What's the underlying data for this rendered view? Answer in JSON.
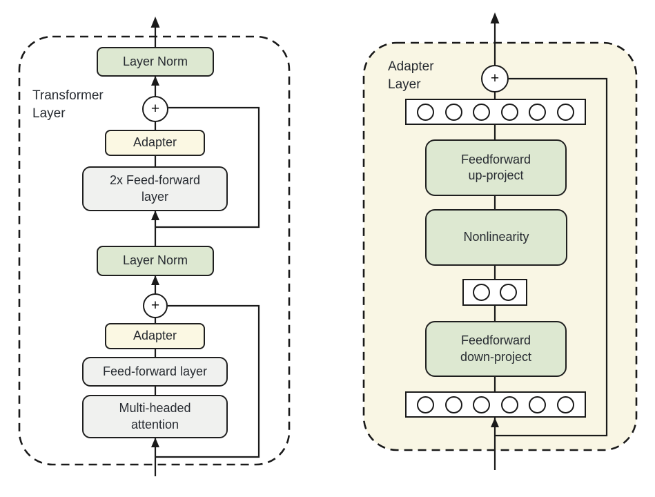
{
  "left_panel": {
    "label": "Transformer\nLayer",
    "nodes": {
      "layer_norm_top": "Layer Norm",
      "add_top": "+",
      "adapter_top": "Adapter",
      "feed_forward_2x": "2x Feed-forward\nlayer",
      "layer_norm_bottom": "Layer Norm",
      "add_bottom": "+",
      "adapter_bottom": "Adapter",
      "feed_forward": "Feed-forward layer",
      "multi_headed_attention": "Multi-headed\nattention"
    }
  },
  "right_panel": {
    "label": "Adapter\nLayer",
    "nodes": {
      "add": "+",
      "feedforward_up_project": "Feedforward\nup-project",
      "nonlinearity": "Nonlinearity",
      "feedforward_down_project": "Feedforward\ndown-project"
    },
    "feature_rows": {
      "top_units": 6,
      "bottleneck_units": 2,
      "bottom_units": 6
    }
  },
  "colors": {
    "box_green": "#dde8d1",
    "box_yellow": "#fbf8e3",
    "box_gray": "#f0f1ef",
    "panel_cream": "#f9f6e4",
    "line": "#1a1a1a",
    "text": "#272b31"
  }
}
